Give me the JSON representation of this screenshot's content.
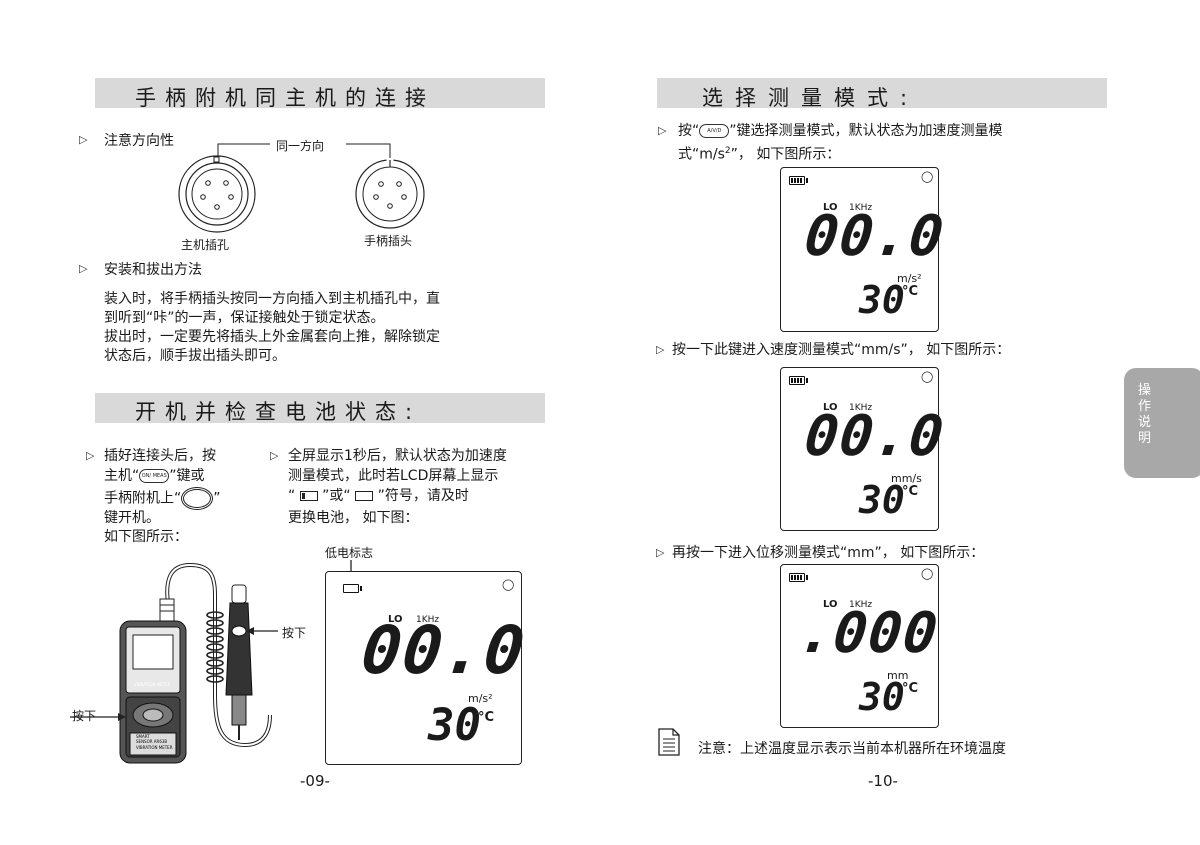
{
  "left_page": {
    "section1": {
      "title": "手柄附机同主机的连接"
    },
    "orientation": {
      "bullet": "注意方向性",
      "same_direction": "同一方向",
      "host_socket": "主机插孔",
      "handle_plug": "手柄插头"
    },
    "install": {
      "bullet": "安装和拔出方法",
      "lines": [
        "装入时，将手柄插头按同一方向插入到主机插孔中，直",
        "到听到“咔”的一声，保证接触处于锁定状态。",
        "拔出时，一定要先将插头上外金属套向上推，解除锁定",
        "状态后，顺手拔出插头即可。"
      ]
    },
    "section2": {
      "title": "开机并检查电池状态:"
    },
    "power_on": {
      "line1": "插好连接头后，按",
      "line2a": "主机“",
      "onmeas_icon": "ON/ MEAS",
      "line2b": "”键或",
      "line3a": "手柄附机上“",
      "line3b": "”",
      "line4": "键开机。",
      "line5": "如下图所示："
    },
    "full_display": {
      "line1": "全屏显示1秒后，默认状态为加速度",
      "line2": "测量模式，此时若LCD屏幕上显示",
      "line3a": "“",
      "line3b": "”或“",
      "line3c": "”符号，请及时",
      "line4": "更换电池，  如下图："
    },
    "low_battery_label": "低电标志",
    "press_label_1": "按下",
    "press_label_2": "按下",
    "device": {
      "brand": "VIBRATION METER",
      "small1": "SMART",
      "small2": "SENSOR   AR63B",
      "small3": "VIBRATION METER"
    },
    "lcd": {
      "lo": "LO",
      "khz": "1KHz",
      "value": "00.0",
      "unit": "m/s²",
      "temp": "30",
      "deg": "°C"
    },
    "page_number": "-09-"
  },
  "right_page": {
    "section": {
      "title": "选择测量模式:"
    },
    "select_mode": {
      "line1a": "按“",
      "avd_icon": "A/V/D",
      "line1b": "”键选择测量模式，默认状态为加速度测量模",
      "line2a": "式“m/s",
      "line2sup": "2",
      "line2b": "”，  如下图所示："
    },
    "lcd1": {
      "lo": "LO",
      "khz": "1KHz",
      "value": "00.0",
      "unit": "m/s²",
      "temp": "30",
      "deg": "°C"
    },
    "velocity_text": "按一下此键进入速度测量模式“mm/s”，  如下图所示：",
    "lcd2": {
      "lo": "LO",
      "khz": "1KHz",
      "value": "00.0",
      "unit": "mm/s",
      "temp": "30",
      "deg": "°C"
    },
    "displacement_text": "再按一下进入位移测量模式“mm”，  如下图所示：",
    "lcd3": {
      "lo": "LO",
      "khz": "1KHz",
      "value": ".000",
      "unit": "mm",
      "temp": "30",
      "deg": "°C"
    },
    "note": "注意：上述温度显示表示当前本机器所在环境温度",
    "page_number": "-10-",
    "side_tab": "操作说明"
  }
}
